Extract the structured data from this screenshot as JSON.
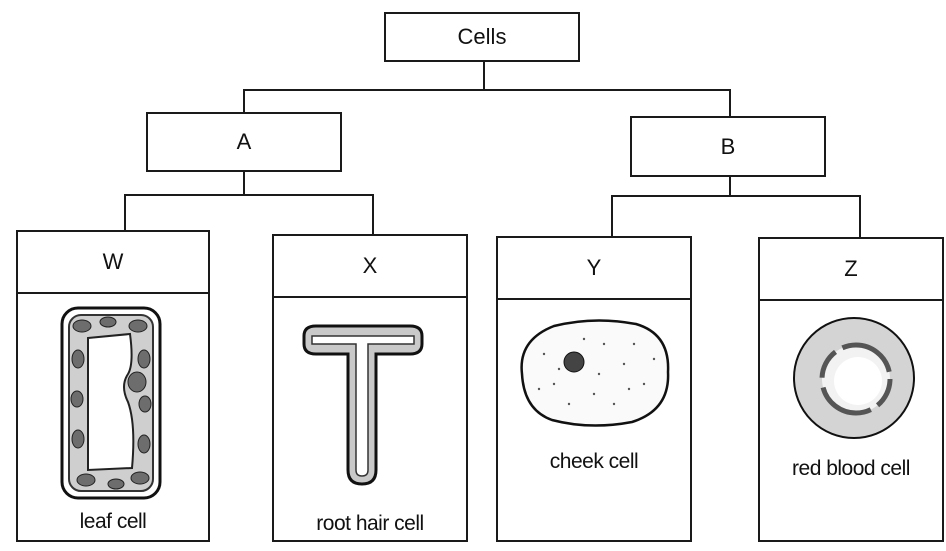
{
  "root": {
    "label": "Cells"
  },
  "groups": [
    {
      "label": "A"
    },
    {
      "label": "B"
    }
  ],
  "cells": [
    {
      "label": "W",
      "caption": "leaf cell",
      "icon": "leaf-cell-icon"
    },
    {
      "label": "X",
      "caption": "root hair cell",
      "icon": "root-hair-cell-icon"
    },
    {
      "label": "Y",
      "caption": "cheek cell",
      "icon": "cheek-cell-icon"
    },
    {
      "label": "Z",
      "caption": "red blood cell",
      "icon": "red-blood-cell-icon"
    }
  ]
}
